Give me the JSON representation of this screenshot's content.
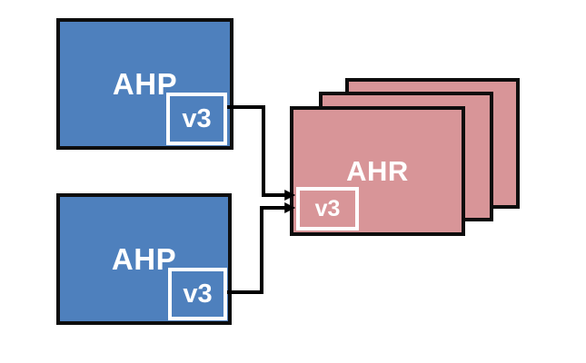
{
  "diagram": {
    "nodes": {
      "ahp_top": {
        "label": "AHP",
        "badge": "v3"
      },
      "ahp_bottom": {
        "label": "AHP",
        "badge": "v3"
      },
      "ahr": {
        "label": "AHR",
        "badge": "v3",
        "stack_count": 3
      }
    },
    "connectors": [
      {
        "from": "ahp_top.badge",
        "to": "ahr.badge",
        "style": "elbow-arrow"
      },
      {
        "from": "ahp_bottom.badge",
        "to": "ahr.badge",
        "style": "elbow-arrow"
      }
    ],
    "colors": {
      "canvas_background": "#ffffff",
      "ahp_fill": "#4e80bd",
      "ahr_fill": "#d89598",
      "shape_border": "#0d0d0d",
      "badge_border": "#ffffff",
      "label_text": "#ffffff",
      "connector": "#000000"
    }
  }
}
